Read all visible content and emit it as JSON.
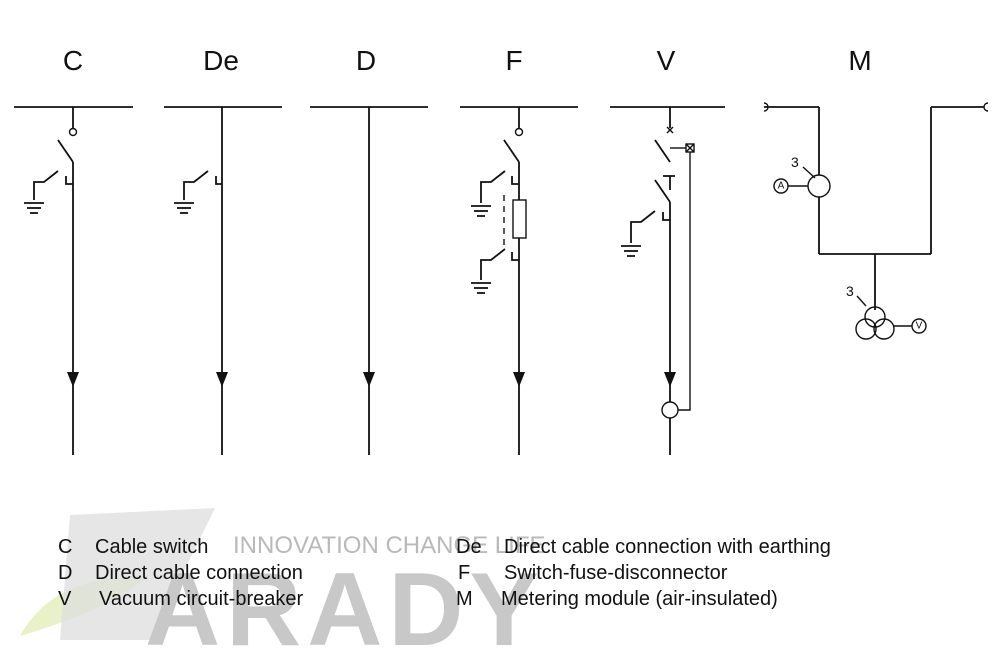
{
  "columns": [
    {
      "code": "C"
    },
    {
      "code": "De"
    },
    {
      "code": "D"
    },
    {
      "code": "F"
    },
    {
      "code": "V"
    },
    {
      "code": "M"
    }
  ],
  "metering_labels": {
    "current_count": "3",
    "current_meter": "A",
    "voltage_count": "3",
    "voltage_meter": "V"
  },
  "legend": {
    "left": [
      {
        "code": "C",
        "text": "Cable switch"
      },
      {
        "code": "D",
        "text": "Direct cable connection"
      },
      {
        "code": "V",
        "text": "Vacuum circuit-breaker"
      }
    ],
    "right": [
      {
        "code": "De",
        "text": "Direct cable connection with earthing"
      },
      {
        "code": "F",
        "text": "Switch-fuse-disconnector"
      },
      {
        "code": "M",
        "text": "Metering module (air-insulated)"
      }
    ]
  },
  "watermark": {
    "slogan": "INNOVATION CHANGE LIFE",
    "brand": "ARADY"
  },
  "colors": {
    "line": "#111111",
    "watermark": "#c8c8c8",
    "logo_green": "#e8f1c8"
  }
}
